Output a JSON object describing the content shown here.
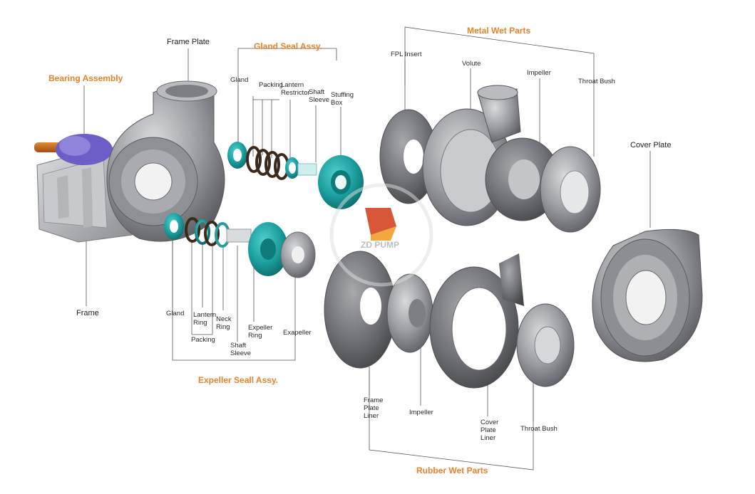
{
  "headings": {
    "bearing_assembly": "Bearing Assembly",
    "gland_seal": "Gland Seal Assy.",
    "metal_wet_parts": "Metal Wet Parts",
    "expeller_seal": "Expeller Seall Assy.",
    "rubber_wet_parts": "Rubber Wet Parts"
  },
  "labels": {
    "frame_plate": "Frame Plate",
    "frame": "Frame",
    "cover_plate": "Cover Plate",
    "gs_gland": "Gland",
    "gs_packing": "Packing",
    "gs_lantern_restrictor": "Lantern\nRestrictor",
    "gs_shaft_sleeve": "Shaft\nSleeve",
    "gs_stuffing_box": "Stuffing\nBox",
    "mw_fpl_insert": "FPL Insert",
    "mw_volute": "Volute",
    "mw_impeller": "Impeller",
    "mw_throat_bush": "Throat Bush",
    "ex_gland": "Gland",
    "ex_lantern_ring": "Lantern\nRing",
    "ex_packing": "Packing",
    "ex_neck_ring": "Neck\nRing",
    "ex_shaft_sleeve": "Shaft\nSleeve",
    "ex_expeller_ring": "Expeller\nRing",
    "ex_exapeller": "Exapeller",
    "rw_frame_plate_liner": "Frame\nPlate\nLiner",
    "rw_impeller": "Impeller",
    "rw_cover_plate_liner": "Cover\nPlate\nLiner",
    "rw_throat_bush": "Throat Bush"
  },
  "watermark": "ZD PUMP",
  "colors": {
    "heading": "#e8822a",
    "metal": "#9b9da3",
    "teal": "#1aa3a3",
    "ring_dark": "#3b2a1c",
    "shaft": "#d2691e",
    "bearing": "#6a5acd"
  }
}
